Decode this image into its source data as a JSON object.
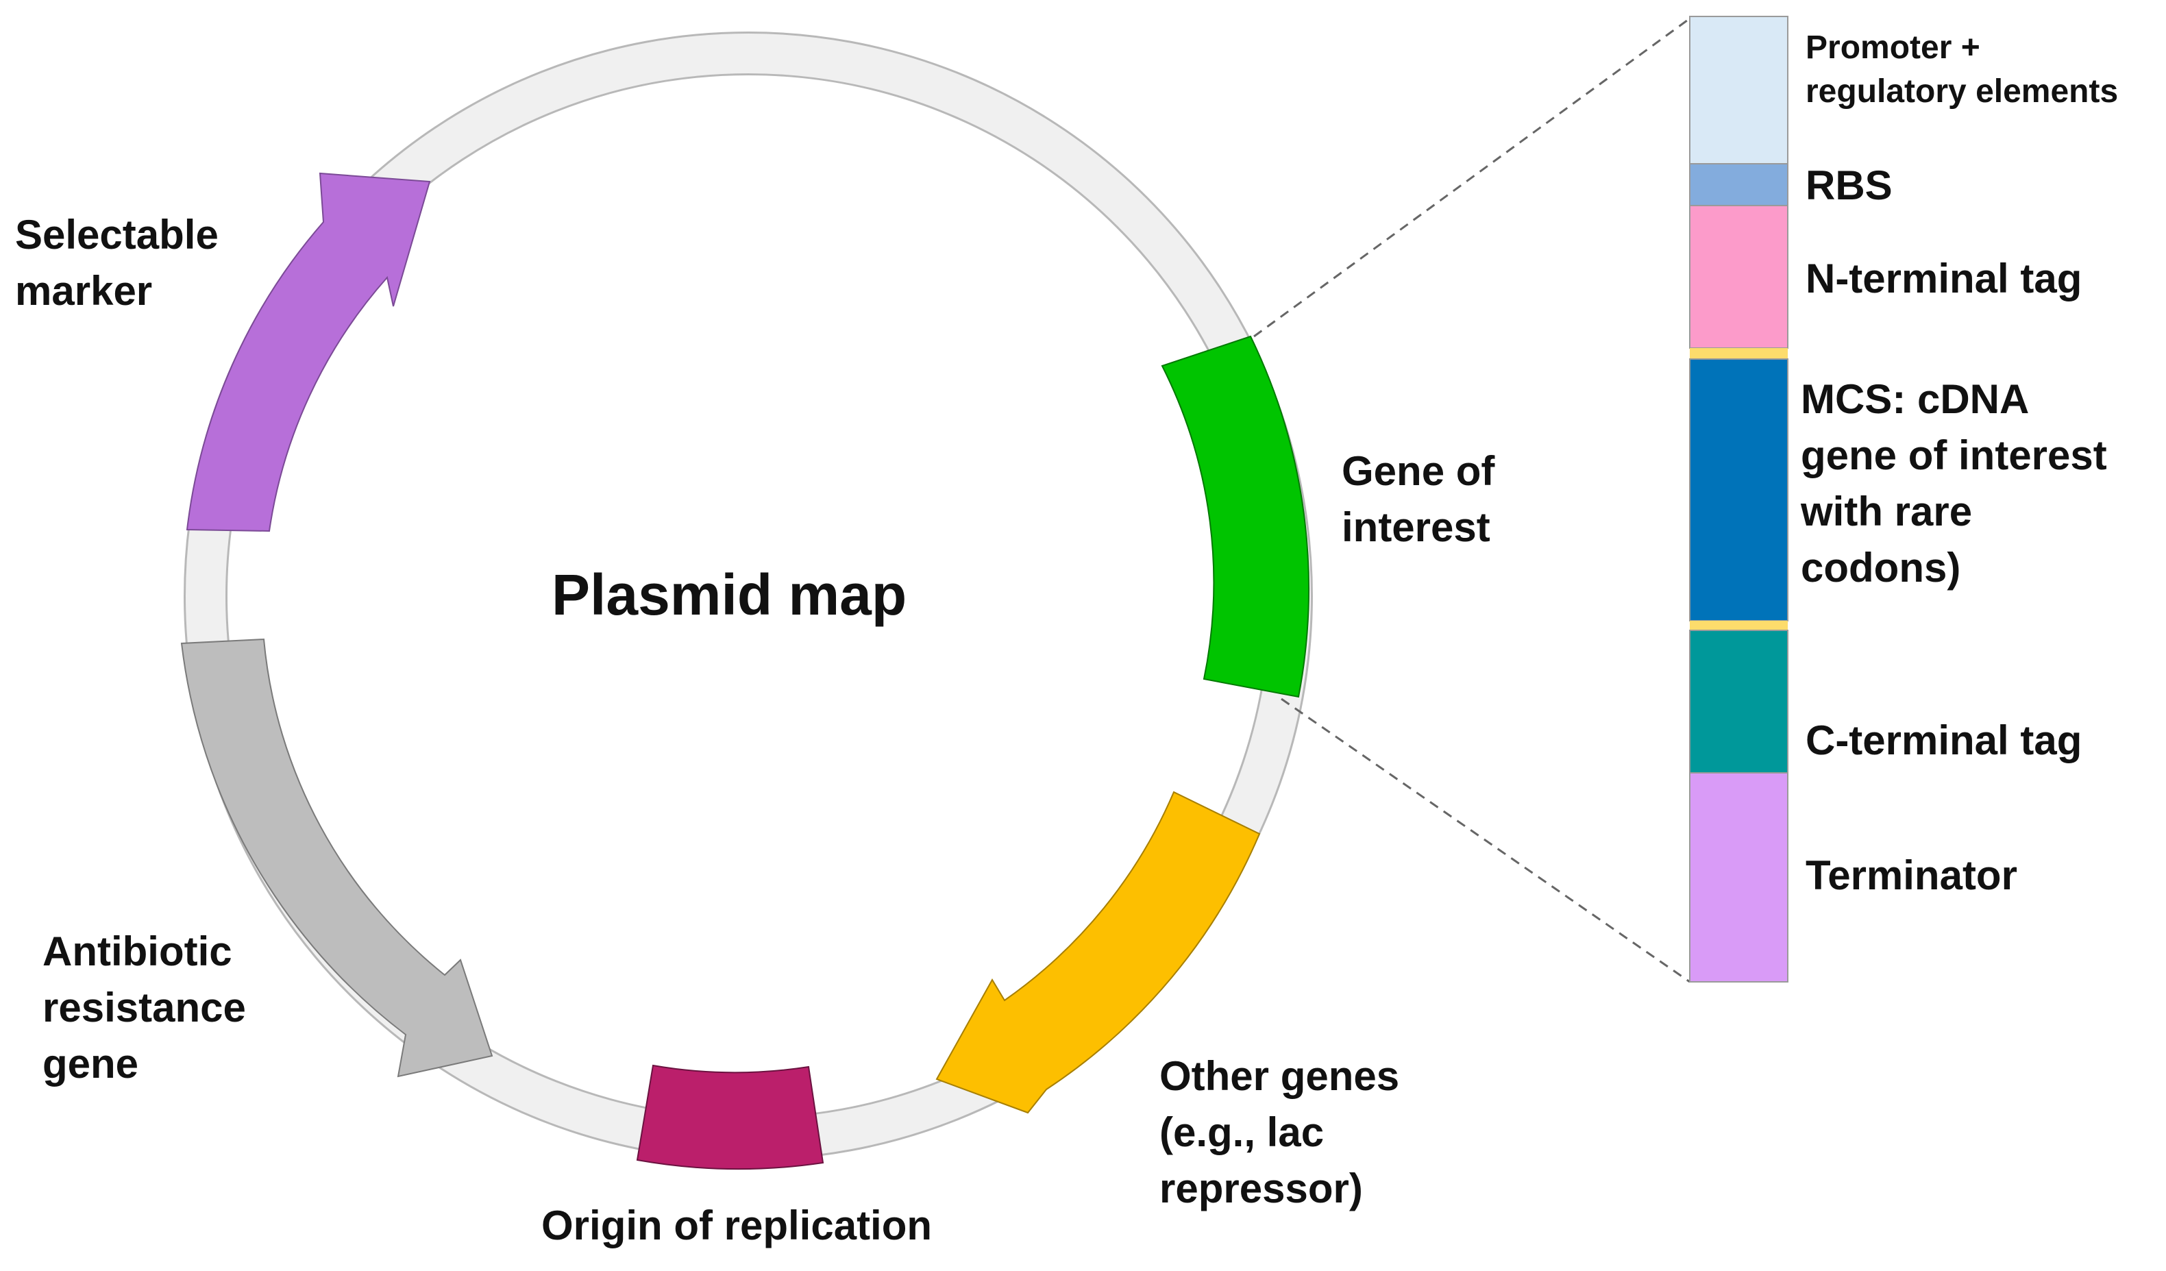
{
  "title": "Plasmid map",
  "colors": {
    "backbone": "#f0f0f0",
    "backbone_stroke": "#b8b8b8",
    "selectable_marker": "#b76fd9",
    "antibiotic_resistance": "#bdbdbd",
    "origin": "#bb1f6b",
    "other_genes": "#fdbf00",
    "gene_of_interest": "#00c400",
    "promoter": "#d9e9f6",
    "rbs": "#83acdd",
    "n_tag": "#fc9bca",
    "linker": "#fddc6c",
    "mcs": "#0073b9",
    "c_tag": "#00989a",
    "terminator": "#d99bf7"
  },
  "features": {
    "selectable_marker": {
      "lines": [
        "Selectable",
        "marker"
      ]
    },
    "antibiotic_resistance": {
      "lines": [
        "Antibiotic",
        "resistance",
        "gene"
      ]
    },
    "origin": {
      "lines": [
        "Origin of replication"
      ]
    },
    "other_genes": {
      "lines": [
        "Other genes",
        "(e.g., lac",
        "repressor)"
      ]
    },
    "gene_of_interest": {
      "lines": [
        "Gene of",
        "interest"
      ]
    }
  },
  "cassette": {
    "promoter": {
      "lines": [
        "Promoter +",
        "regulatory elements"
      ]
    },
    "rbs": {
      "lines": [
        "RBS"
      ]
    },
    "n_tag": {
      "lines": [
        "N-terminal tag"
      ]
    },
    "mcs": {
      "lines": [
        "MCS: cDNA",
        "gene of interest",
        "with rare",
        "codons)"
      ]
    },
    "c_tag": {
      "lines": [
        "C-terminal tag"
      ]
    },
    "terminator": {
      "lines": [
        "Terminator"
      ]
    }
  }
}
